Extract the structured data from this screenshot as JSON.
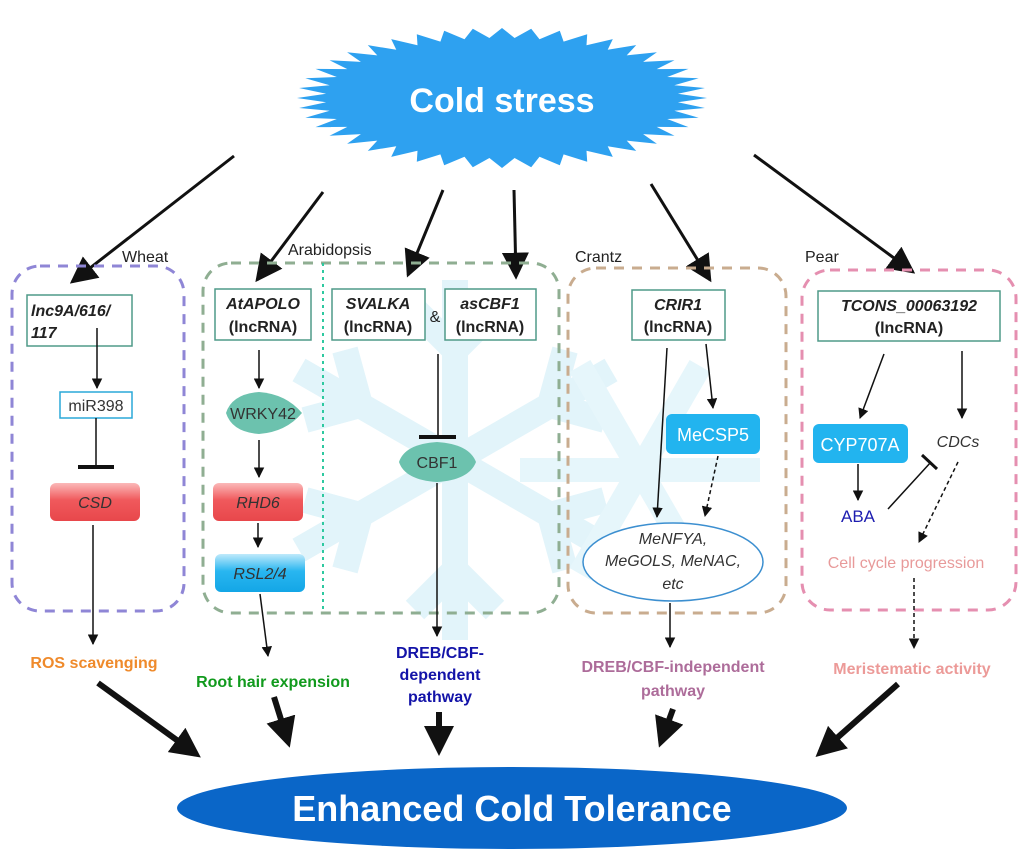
{
  "title": "Cold stress",
  "result": "Enhanced Cold Tolerance",
  "colors": {
    "cold_stress": "#2ea1f0",
    "result": "#0a66c8",
    "snowflake": "#e2f4fa",
    "lnc_border": "#4f9a88",
    "teal_node": "#6cc2ae",
    "red_node": "#f0595c",
    "blue_node": "#22b4ef",
    "wheat_box": "#8f86d6",
    "arabidopsis_box": "#8fae92",
    "crantz_box": "#c9ac8f",
    "pear_box": "#e58fb0"
  },
  "panels": {
    "wheat": {
      "species": "Wheat",
      "lncrna": [
        "lnc9A/616/",
        "117"
      ],
      "mirna": "miR398",
      "target": "CSD",
      "outcome": "ROS scavenging",
      "outcome_color": "#ef8a2b"
    },
    "arabidopsis": {
      "species": "Arabidopsis",
      "apolo": {
        "name": "AtAPOLO",
        "type": "(lncRNA)"
      },
      "svalka": {
        "name": "SVALKA",
        "type": "(lncRNA)"
      },
      "ascbf1": {
        "name": "asCBF1",
        "type": "(lncRNA)"
      },
      "ampersand": "&",
      "wrky": "WRKY42",
      "rhd6": "RHD6",
      "rsl": "RSL2/4",
      "cbf1": "CBF1",
      "outcome_root": "Root hair expension",
      "outcome_root_color": "#119a1d",
      "outcome_dreb": [
        "DREB/CBF-",
        "dependent",
        "pathway"
      ],
      "outcome_dreb_color": "#1313a8"
    },
    "crantz": {
      "species": "Crantz",
      "lncrna": {
        "name": "CRIR1",
        "type": "(lncRNA)"
      },
      "csp": "MeCSP5",
      "targets": [
        "MeNFYA,",
        "MeGOLS, MeNAC,",
        "etc"
      ],
      "outcome": [
        "DREB/CBF-independent",
        "pathway"
      ],
      "outcome_color": "#ad6c9a"
    },
    "pear": {
      "species": "Pear",
      "lncrna": {
        "name": "TCONS_00063192",
        "type": "(lncRNA)"
      },
      "cyp": "CYP707A",
      "cdcs": "CDCs",
      "aba": "ABA",
      "aba_color": "#1d1db0",
      "cell_cycle": "Cell cycle progression",
      "cell_cycle_color": "#e89a9a",
      "outcome": "Meristematic activity",
      "outcome_color": "#ec9a98"
    }
  }
}
